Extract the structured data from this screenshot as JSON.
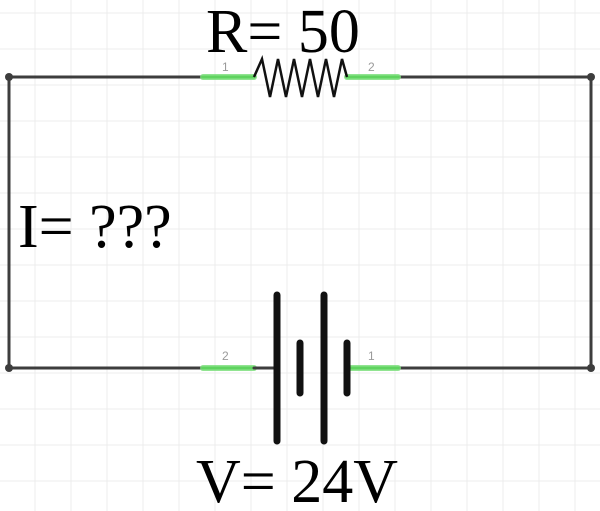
{
  "labels": {
    "resistance": "R= 50",
    "current": "I= ???",
    "voltage": "V= 24V"
  },
  "pins": {
    "resistor_left": "1",
    "resistor_right": "2",
    "battery_left": "2",
    "battery_right": "1"
  }
}
